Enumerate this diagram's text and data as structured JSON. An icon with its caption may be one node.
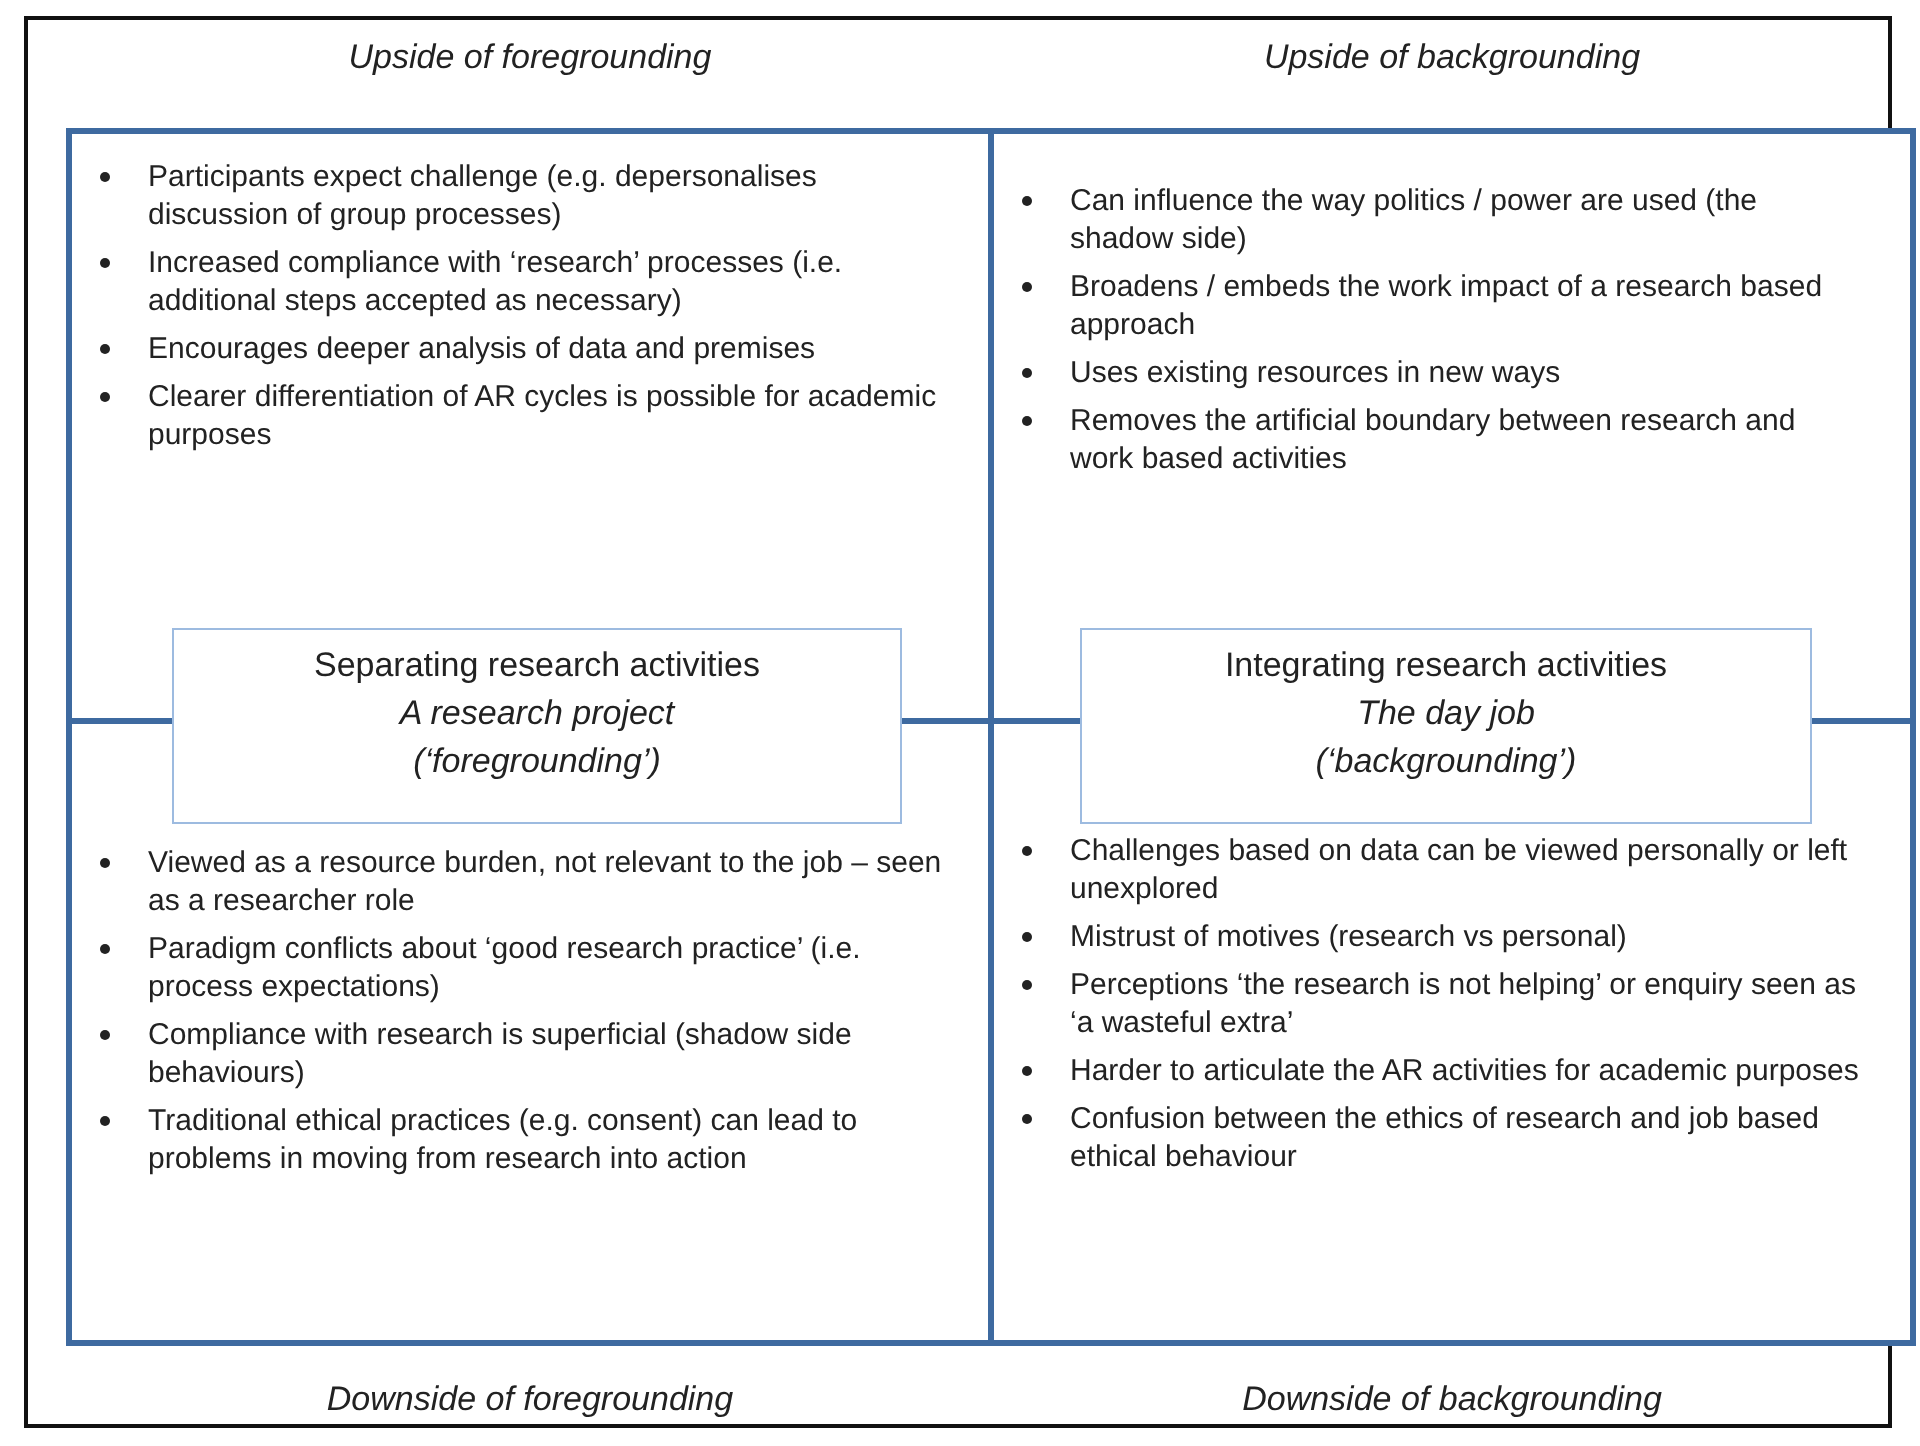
{
  "diagram": {
    "nodes": [
      {
        "text": [
          "Upside of foregrounding",
          "Participants expect challenge (e.g. depersonalises discussion of group processes)",
          "Increased compliance with ‘research’ processes (i.e. additional steps accepted as necessary)",
          "Encourages deeper analysis of data and premises",
          "Clearer differentiation of AR cycles is possible for academic purposes"
        ]
      },
      {
        "text": [
          "Upside of backgrounding",
          "Can influence the way politics / power are used (the shadow side)",
          "Broadens / embeds the work impact of a research based approach",
          "Uses existing resources in new ways",
          "Removes the artificial boundary between research and work based activities"
        ]
      },
      {
        "text": [
          "Separating research activities",
          "A research project",
          "(‘foregrounding’)"
        ]
      },
      {
        "text": [
          "Integrating  research activities",
          "The day job",
          "(‘backgrounding’)"
        ]
      },
      {
        "text": [
          "Viewed as a resource burden,  not relevant to the job – seen as a researcher role",
          "Paradigm conflicts about ‘good research practice’ (i.e. process expectations)",
          "Compliance with research is superficial (shadow side behaviours)",
          "Traditional ethical practices (e.g. consent) can lead to problems in moving from research into action",
          "Downside of foregrounding"
        ]
      },
      {
        "text": [
          "Challenges based on data can be viewed personally or left unexplored",
          "Mistrust of motives (research vs personal)",
          "Perceptions ‘the research is not helping’ or enquiry seen as ‘a wasteful extra’",
          "Harder to articulate the AR activities for academic purposes",
          "Confusion between the ethics of research and job based ethical behaviour",
          "Downside of backgrounding"
        ]
      }
    ],
    "edges": []
  }
}
